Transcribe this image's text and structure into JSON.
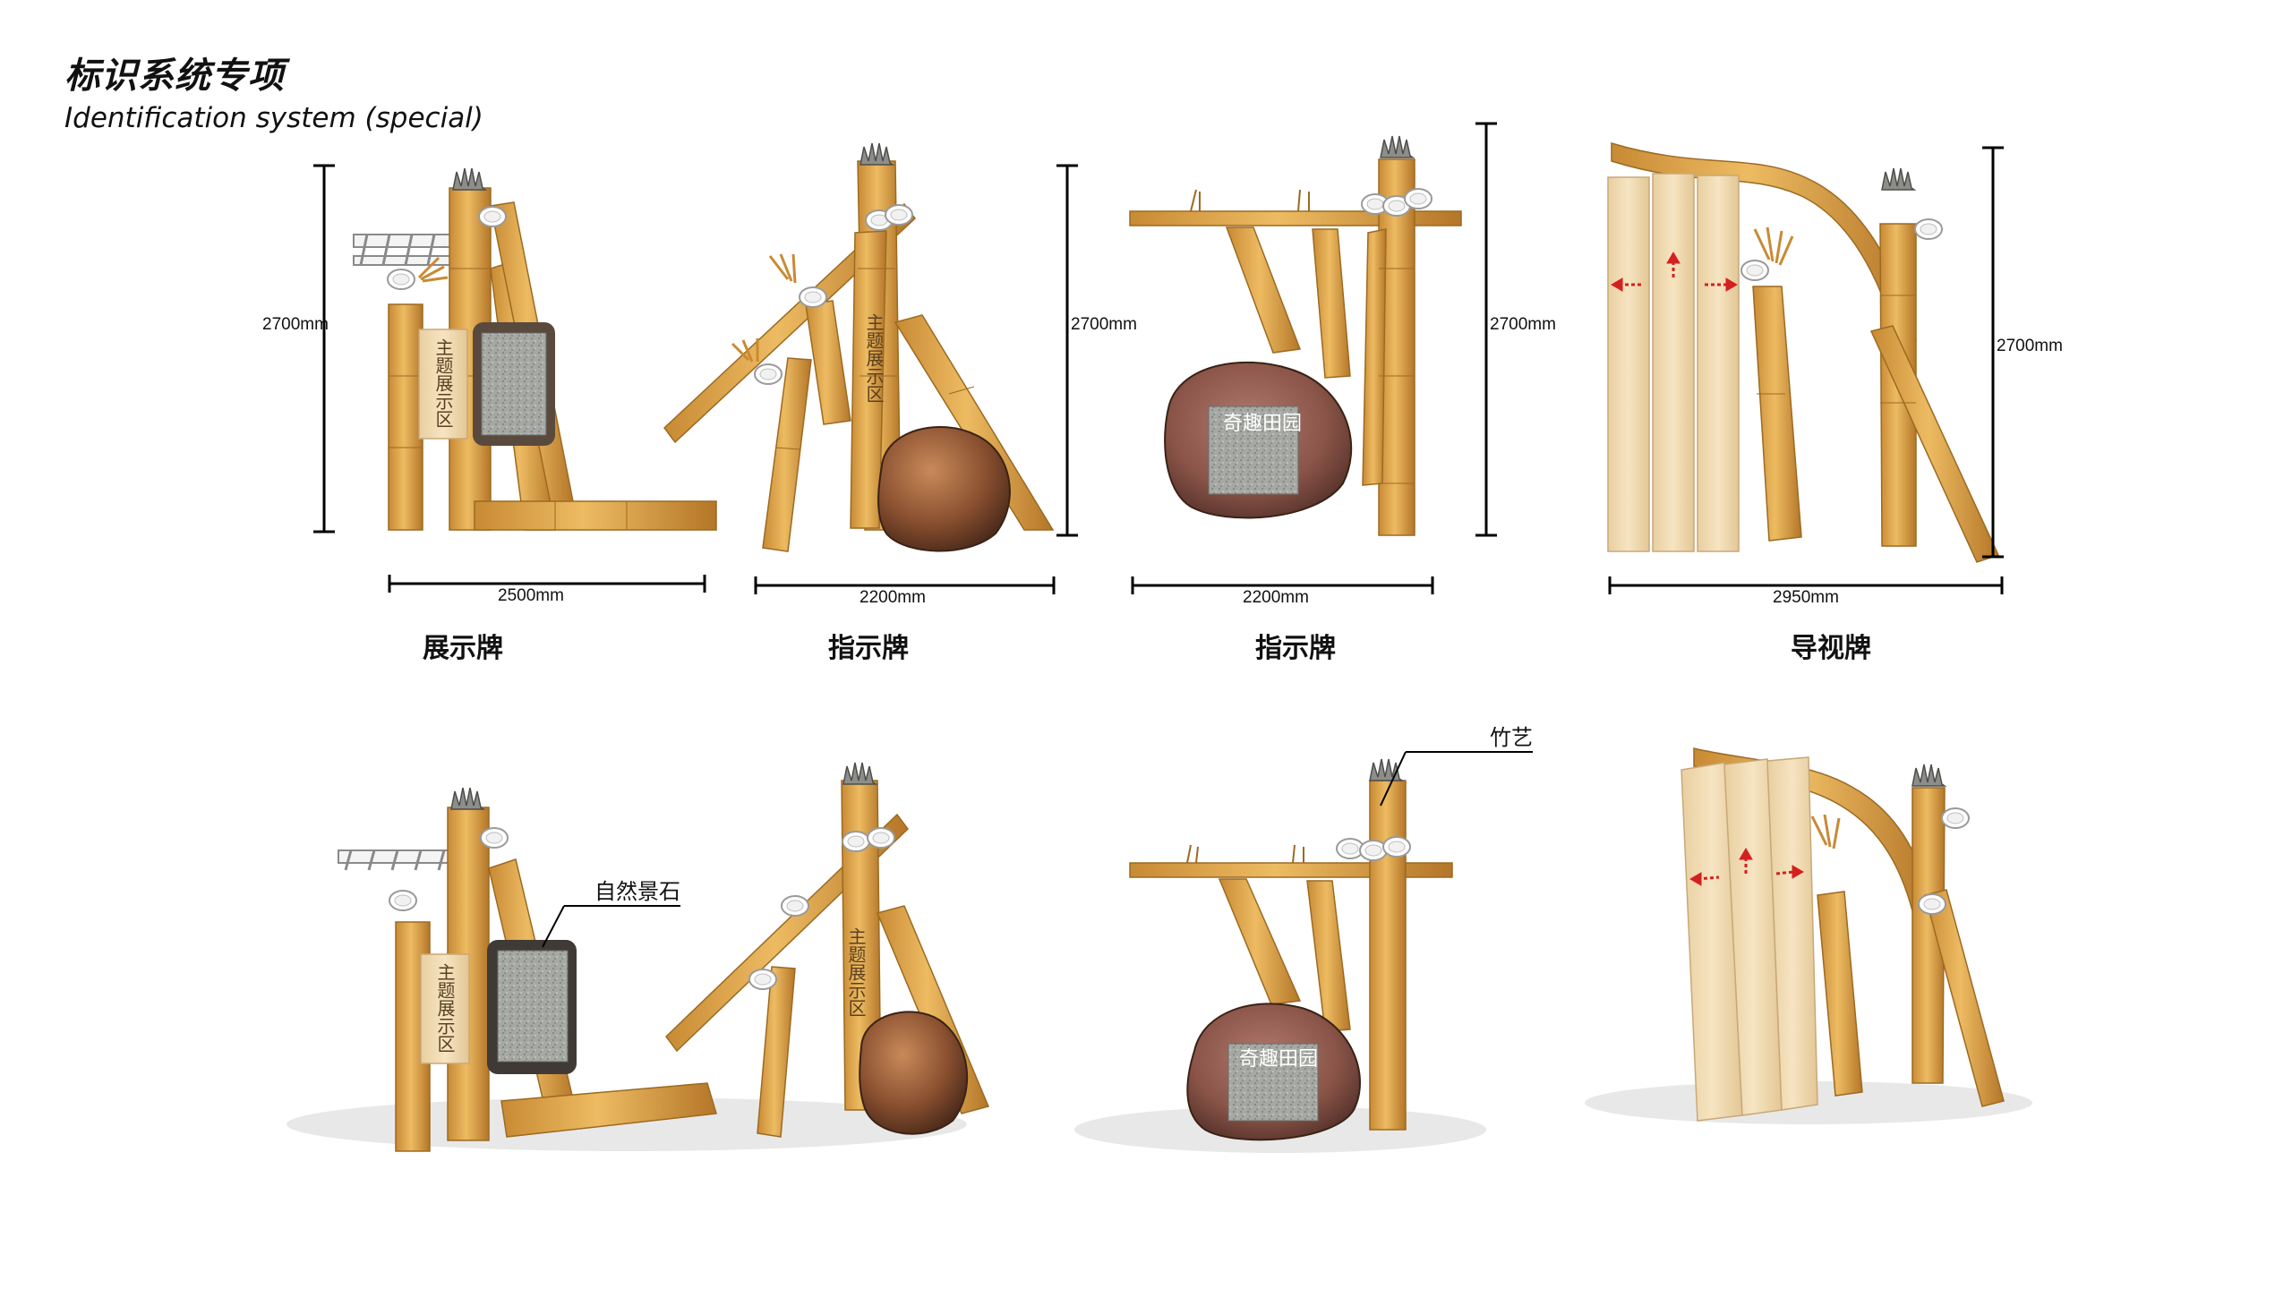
{
  "title": {
    "cn": "标识系统专项",
    "en": "Identification system (special)"
  },
  "signs": [
    {
      "caption": "展示牌",
      "height": "2700mm",
      "width": "2500mm",
      "vertical_text": "主题展示区"
    },
    {
      "caption": "指示牌",
      "height": "2700mm",
      "width": "2200mm",
      "vertical_text": "主题展示区"
    },
    {
      "caption": "指示牌",
      "height": "2700mm",
      "width": "2200mm",
      "plaque_text": "奇趣田园"
    },
    {
      "caption": "导视牌",
      "height": "2700mm",
      "width": "2950mm"
    }
  ],
  "callouts": {
    "stone": "自然景石",
    "bamboo": "竹艺"
  },
  "colors": {
    "bamboo": "#e2a94e",
    "bamboo_dark": "#b77c26",
    "wood": "#f2dcb2",
    "stone": "#8c5a4a",
    "arrow": "#d42020",
    "granite": "#a9aba6"
  }
}
